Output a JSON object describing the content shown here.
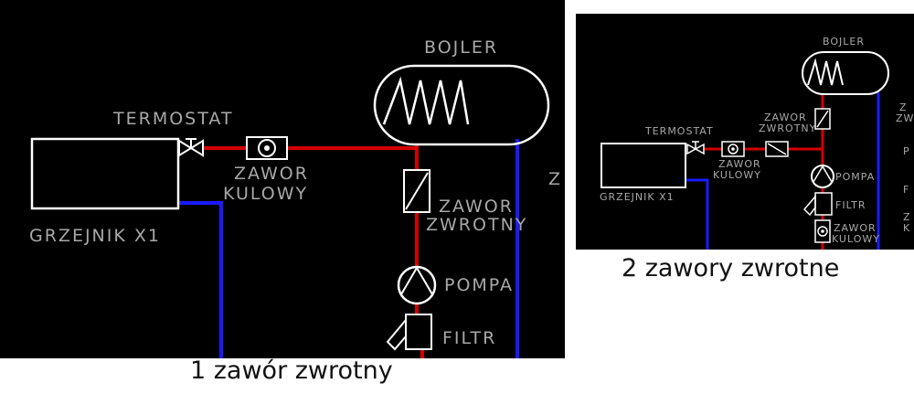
{
  "colors": {
    "background": "#000000",
    "hot_pipe": "#d40000",
    "cold_pipe": "#1a1aff",
    "device_stroke": "#ffffff",
    "label_text": "#a8a8a8"
  },
  "left_diagram": {
    "boiler_label": "BOJLER",
    "thermostat_label": "TERMOSTAT",
    "ball_valve_label_1": "ZAWOR",
    "ball_valve_label_2": "KULOWY",
    "check_valve_label_1": "ZAWOR",
    "check_valve_label_2": "ZWROTNY",
    "pump_label": "POMPA",
    "filter_label": "FILTR",
    "radiator_label": "GRZEJNIK X1",
    "cut_label": "Z"
  },
  "right_diagram": {
    "boiler_label": "BOJLER",
    "thermostat_label": "TERMOSTAT",
    "ball_valve_label_1": "ZAWOR",
    "ball_valve_label_2": "KULOWY",
    "check_valve_label_1": "ZAWOR",
    "check_valve_label_2": "ZWROTNY",
    "pump_label": "POMPA",
    "filter_label": "FILTR",
    "ball_valve2_label_1": "ZAWOR",
    "ball_valve2_label_2": "KULOWY",
    "radiator_label": "GRZEJNIK X1",
    "edge_label_1": "Z",
    "edge_label_2": "ZW",
    "edge_label_3": "P",
    "edge_label_4": "F",
    "edge_label_5": "Z",
    "edge_label_6": "K"
  },
  "captions": {
    "left": "1 zawór zwrotny",
    "right": "2 zawory zwrotne"
  }
}
